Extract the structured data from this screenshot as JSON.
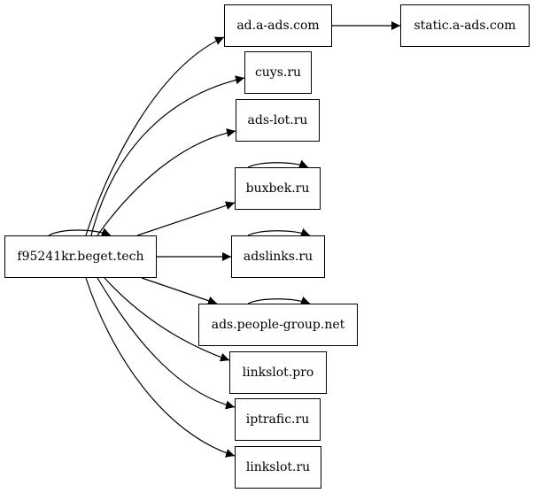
{
  "diagram": {
    "nodes": [
      {
        "id": "f95241kr",
        "label": "f95241kr.beget.tech"
      },
      {
        "id": "ad_a_ads",
        "label": "ad.a-ads.com"
      },
      {
        "id": "static_a_ads",
        "label": "static.a-ads.com"
      },
      {
        "id": "cuys",
        "label": "cuys.ru"
      },
      {
        "id": "ads_lot",
        "label": "ads-lot.ru"
      },
      {
        "id": "buxbek",
        "label": "buxbek.ru"
      },
      {
        "id": "adslinks",
        "label": "adslinks.ru"
      },
      {
        "id": "people_group",
        "label": "ads.people-group.net"
      },
      {
        "id": "linkslot_pro",
        "label": "linkslot.pro"
      },
      {
        "id": "iptrafic",
        "label": "iptrafic.ru"
      },
      {
        "id": "linkslot_ru",
        "label": "linkslot.ru"
      }
    ],
    "edges": [
      {
        "from": "f95241kr",
        "to": "f95241kr"
      },
      {
        "from": "f95241kr",
        "to": "ad_a_ads"
      },
      {
        "from": "f95241kr",
        "to": "cuys"
      },
      {
        "from": "f95241kr",
        "to": "ads_lot"
      },
      {
        "from": "f95241kr",
        "to": "buxbek"
      },
      {
        "from": "f95241kr",
        "to": "adslinks"
      },
      {
        "from": "f95241kr",
        "to": "people_group"
      },
      {
        "from": "f95241kr",
        "to": "linkslot_pro"
      },
      {
        "from": "f95241kr",
        "to": "iptrafic"
      },
      {
        "from": "f95241kr",
        "to": "linkslot_ru"
      },
      {
        "from": "ad_a_ads",
        "to": "static_a_ads"
      },
      {
        "from": "buxbek",
        "to": "buxbek"
      },
      {
        "from": "adslinks",
        "to": "adslinks"
      },
      {
        "from": "people_group",
        "to": "people_group"
      }
    ]
  }
}
